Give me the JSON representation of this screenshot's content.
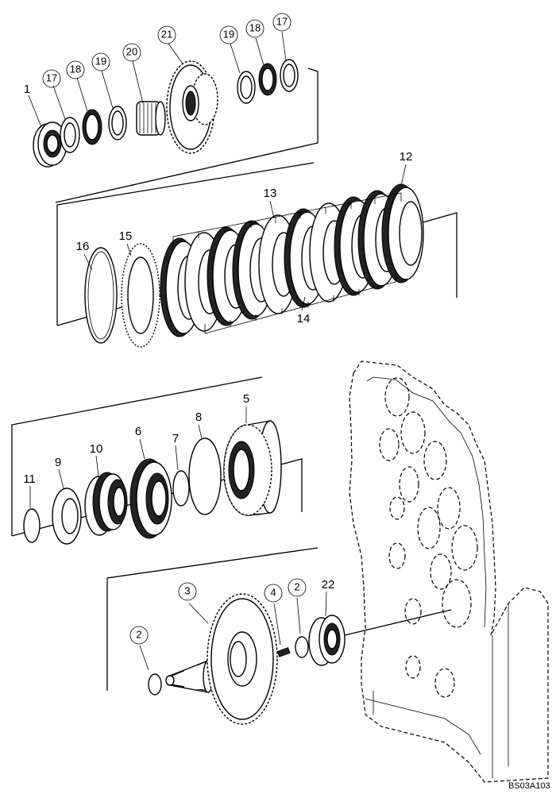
{
  "diagram": {
    "code": "BS03A103",
    "callouts": [
      "1",
      "2",
      "3",
      "4",
      "5",
      "6",
      "7",
      "8",
      "9",
      "10",
      "11",
      "12",
      "13",
      "14",
      "15",
      "16",
      "17",
      "18",
      "19",
      "20",
      "21",
      "22"
    ]
  }
}
